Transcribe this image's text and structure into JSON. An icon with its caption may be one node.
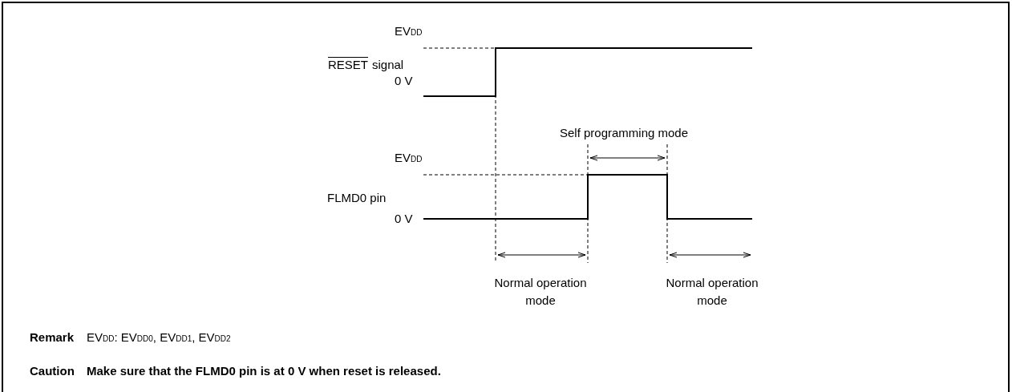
{
  "diagram": {
    "labels": [
      "EV$_{DD}$",
      "RESET",
      "signal",
      "0 V",
      "Self programming mode",
      "EV$_{DD}$",
      "FLMD0 pin",
      "0 V",
      "Normal operation mode",
      "Normal operation mode",
      "Remark",
      "EV$_{DD}$: EV$_{DD0}$, EV$_{DD1}$, EV$_{DD2}$",
      "Caution",
      "Make sure that the FLMD0 pin is at 0 V when reset is released."
    ]
  }
}
